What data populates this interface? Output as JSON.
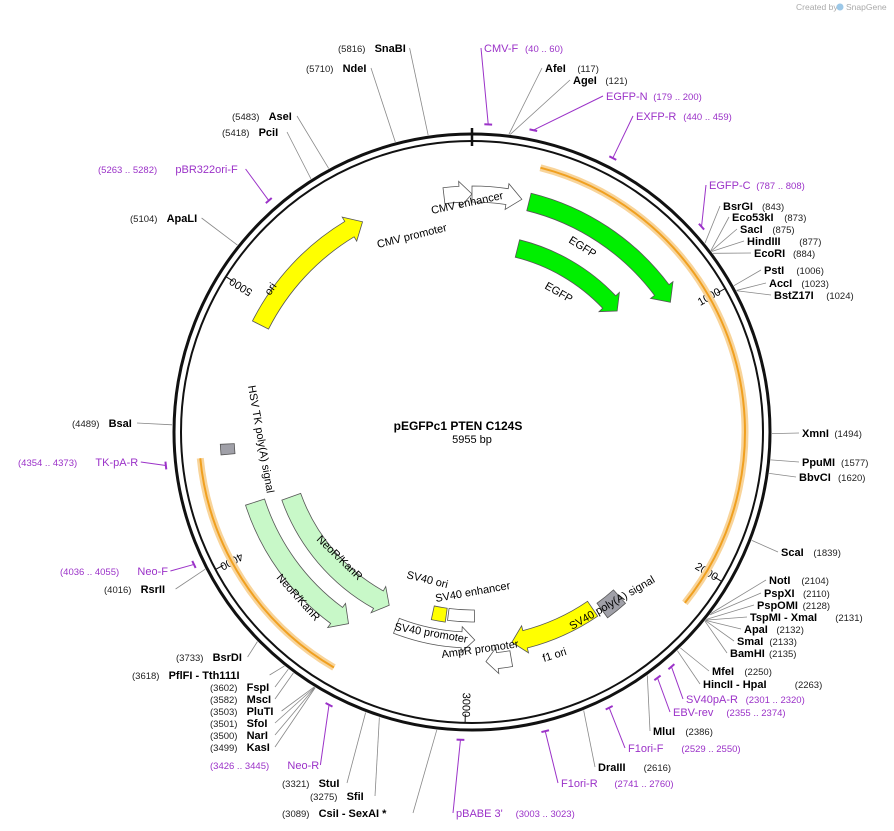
{
  "header": {
    "created_by": "Created by",
    "brand": "SnapGene"
  },
  "plasmid": {
    "name": "pEGFPc1 PTEN C124S",
    "size_label": "5955 bp",
    "length": 5955
  },
  "ticks": [
    {
      "label": "1000",
      "pos": 1000
    },
    {
      "label": "2000",
      "pos": 2000
    },
    {
      "label": "3000",
      "pos": 3000
    },
    {
      "label": "4000",
      "pos": 4000
    },
    {
      "label": "5000",
      "pos": 5000
    }
  ],
  "enzymes": [
    {
      "name": "SnaBI",
      "loc": "(5816)",
      "pos": 5816,
      "side": "L"
    },
    {
      "name": "NdeI",
      "loc": "(5710)",
      "pos": 5710,
      "side": "L"
    },
    {
      "name": "AseI",
      "loc": "(5483)",
      "pos": 5483,
      "side": "L"
    },
    {
      "name": "PciI",
      "loc": "(5418)",
      "pos": 5418,
      "side": "L"
    },
    {
      "name": "ApaLI",
      "loc": "(5104)",
      "pos": 5104,
      "side": "L"
    },
    {
      "name": "AfeI",
      "loc": "(117)",
      "pos": 117,
      "side": "R"
    },
    {
      "name": "AgeI",
      "loc": "(121)",
      "pos": 121,
      "side": "R"
    },
    {
      "name": "BsrGI",
      "loc": "(843)",
      "pos": 843,
      "side": "R"
    },
    {
      "name": "Eco53kI",
      "loc": "(873)",
      "pos": 873,
      "side": "R"
    },
    {
      "name": "SacI",
      "loc": "(875)",
      "pos": 875,
      "side": "R"
    },
    {
      "name": "HindIII",
      "loc": "(877)",
      "pos": 877,
      "side": "R"
    },
    {
      "name": "EcoRI",
      "loc": "(884)",
      "pos": 884,
      "side": "R"
    },
    {
      "name": "PstI",
      "loc": "(1006)",
      "pos": 1006,
      "side": "R"
    },
    {
      "name": "AccI",
      "loc": "(1023)",
      "pos": 1023,
      "side": "R"
    },
    {
      "name": "BstZ17I",
      "loc": "(1024)",
      "pos": 1024,
      "side": "R"
    },
    {
      "name": "XmnI",
      "loc": "(1494)",
      "pos": 1494,
      "side": "R"
    },
    {
      "name": "PpuMI",
      "loc": "(1577)",
      "pos": 1577,
      "side": "R"
    },
    {
      "name": "BbvCI",
      "loc": "(1620)",
      "pos": 1620,
      "side": "R"
    },
    {
      "name": "ScaI",
      "loc": "(1839)",
      "pos": 1839,
      "side": "R"
    },
    {
      "name": "NotI",
      "loc": "(2104)",
      "pos": 2104,
      "side": "R"
    },
    {
      "name": "PspXI",
      "loc": "(2110)",
      "pos": 2110,
      "side": "R"
    },
    {
      "name": "PspOMI",
      "loc": "(2128)",
      "pos": 2128,
      "side": "R"
    },
    {
      "name": "TspMI - XmaI",
      "loc": "(2131)",
      "pos": 2131,
      "side": "R"
    },
    {
      "name": "ApaI",
      "loc": "(2132)",
      "pos": 2132,
      "side": "R"
    },
    {
      "name": "SmaI",
      "loc": "(2133)",
      "pos": 2133,
      "side": "R"
    },
    {
      "name": "BamHI",
      "loc": "(2135)",
      "pos": 2135,
      "side": "R"
    },
    {
      "name": "MfeI",
      "loc": "(2250)",
      "pos": 2250,
      "side": "R"
    },
    {
      "name": "HincII - HpaI",
      "loc": "(2263)",
      "pos": 2263,
      "side": "R"
    },
    {
      "name": "MluI",
      "loc": "(2386)",
      "pos": 2386,
      "side": "R"
    },
    {
      "name": "DraIII",
      "loc": "(2616)",
      "pos": 2616,
      "side": "R"
    },
    {
      "name": "CsiI - SexAI *",
      "loc": "(3089)",
      "pos": 3089,
      "side": "R"
    },
    {
      "name": "SfiI",
      "loc": "(3275)",
      "pos": 3275,
      "side": "R"
    },
    {
      "name": "StuI",
      "loc": "(3321)",
      "pos": 3321,
      "side": "R"
    },
    {
      "name": "KasI",
      "loc": "(3499)",
      "pos": 3499,
      "side": "R"
    },
    {
      "name": "NarI",
      "loc": "(3500)",
      "pos": 3500,
      "side": "R"
    },
    {
      "name": "SfoI",
      "loc": "(3501)",
      "pos": 3501,
      "side": "R"
    },
    {
      "name": "PluTI",
      "loc": "(3503)",
      "pos": 3503,
      "side": "R"
    },
    {
      "name": "MscI",
      "loc": "(3582)",
      "pos": 3582,
      "side": "R"
    },
    {
      "name": "FspI",
      "loc": "(3602)",
      "pos": 3602,
      "side": "R"
    },
    {
      "name": "PflFI - Tth111I",
      "loc": "(3618)",
      "pos": 3618,
      "side": "R"
    },
    {
      "name": "BsrDI",
      "loc": "(3733)",
      "pos": 3733,
      "side": "R"
    },
    {
      "name": "RsrII",
      "loc": "(4016)",
      "pos": 4016,
      "side": "L"
    },
    {
      "name": "BsaI",
      "loc": "(4489)",
      "pos": 4489,
      "side": "L"
    }
  ],
  "primers": [
    {
      "name": "CMV-F",
      "loc": "(40 .. 60)",
      "pos": 50
    },
    {
      "name": "EGFP-N",
      "loc": "(179 .. 200)",
      "pos": 190
    },
    {
      "name": "EXFP-R",
      "loc": "(440 .. 459)",
      "pos": 450
    },
    {
      "name": "EGFP-C",
      "loc": "(787 .. 808)",
      "pos": 797
    },
    {
      "name": "SV40pA-R",
      "loc": "(2301 .. 2320)",
      "pos": 2310
    },
    {
      "name": "EBV-rev",
      "loc": "(2355 .. 2374)",
      "pos": 2365
    },
    {
      "name": "F1ori-F",
      "loc": "(2529 .. 2550)",
      "pos": 2540
    },
    {
      "name": "F1ori-R",
      "loc": "(2741 .. 2760)",
      "pos": 2750
    },
    {
      "name": "pBABE 3'",
      "loc": "(3003 .. 3023)",
      "pos": 3013
    },
    {
      "name": "Neo-R",
      "loc": "(3426 .. 3445)",
      "pos": 3435
    },
    {
      "name": "Neo-F",
      "loc": "(4036 .. 4055)",
      "pos": 4045
    },
    {
      "name": "TK-pA-R",
      "loc": "(4354 .. 4373)",
      "pos": 4363
    },
    {
      "name": "pBR322ori-F",
      "loc": "(5263 .. 5282)",
      "pos": 5272
    }
  ],
  "features": [
    {
      "label": "CMV enhancer",
      "start": 5843,
      "end": 5955,
      "color": "#ffffff",
      "dir": "fwd",
      "track": "cmv"
    },
    {
      "label": "CMV promoter",
      "start": 0,
      "end": 200,
      "color": "#ffffff",
      "dir": "fwd",
      "track": "cmv"
    },
    {
      "label": "EGFP",
      "start": 230,
      "end": 940,
      "color": "#00ef00",
      "dir": "fwd",
      "track": "egfp1"
    },
    {
      "label": "EGFP",
      "start": 230,
      "end": 830,
      "color": "#00ef00",
      "dir": "fwd",
      "track": "egfp2"
    },
    {
      "label": "SV40 poly(A) signal",
      "start": 2285,
      "end": 2380,
      "color": "#a0a0a8",
      "dir": "none",
      "track": "sv40pa"
    },
    {
      "label": "f1 ori",
      "start": 2410,
      "end": 2800,
      "color": "#ffff00",
      "dir": "fwd",
      "track": "f1ori"
    },
    {
      "label": "AmpR promoter",
      "start": 2815,
      "end": 2920,
      "color": "#ffffff",
      "dir": "fwd",
      "track": "ampr"
    },
    {
      "label": "SV40 enhancer",
      "start": 2965,
      "end": 3100,
      "color": "#ffffff",
      "dir": "none",
      "track": "sv40enh"
    },
    {
      "label": "SV40 ori",
      "start": 3110,
      "end": 3180,
      "color": "#ffff00",
      "dir": "none",
      "track": "sv40ori"
    },
    {
      "label": "SV40 promoter",
      "start": 2965,
      "end": 3330,
      "color": "#ffffff",
      "dir": "rev",
      "track": "sv40pro"
    },
    {
      "label": "NeoR/KanR",
      "start": 3520,
      "end": 4170,
      "color": "#c8f8c8",
      "dir": "rev",
      "track": "neo1"
    },
    {
      "label": "NeoR/KanR",
      "start": 3400,
      "end": 4140,
      "color": "#c8f8c8",
      "dir": "rev",
      "track": "neo2"
    },
    {
      "label": "HSV TK poly(A) signal",
      "start": 4380,
      "end": 4420,
      "color": "#a0a0a8",
      "dir": "none",
      "track": "hsvtk"
    },
    {
      "label": "ori",
      "start": 4910,
      "end": 5500,
      "color": "#ffff00",
      "dir": "fwd",
      "track": "ori"
    }
  ],
  "orfs": [
    {
      "start": 240,
      "end": 2130,
      "color": "#f0a020"
    },
    {
      "start": 3480,
      "end": 4375,
      "color": "#f0a020"
    }
  ]
}
